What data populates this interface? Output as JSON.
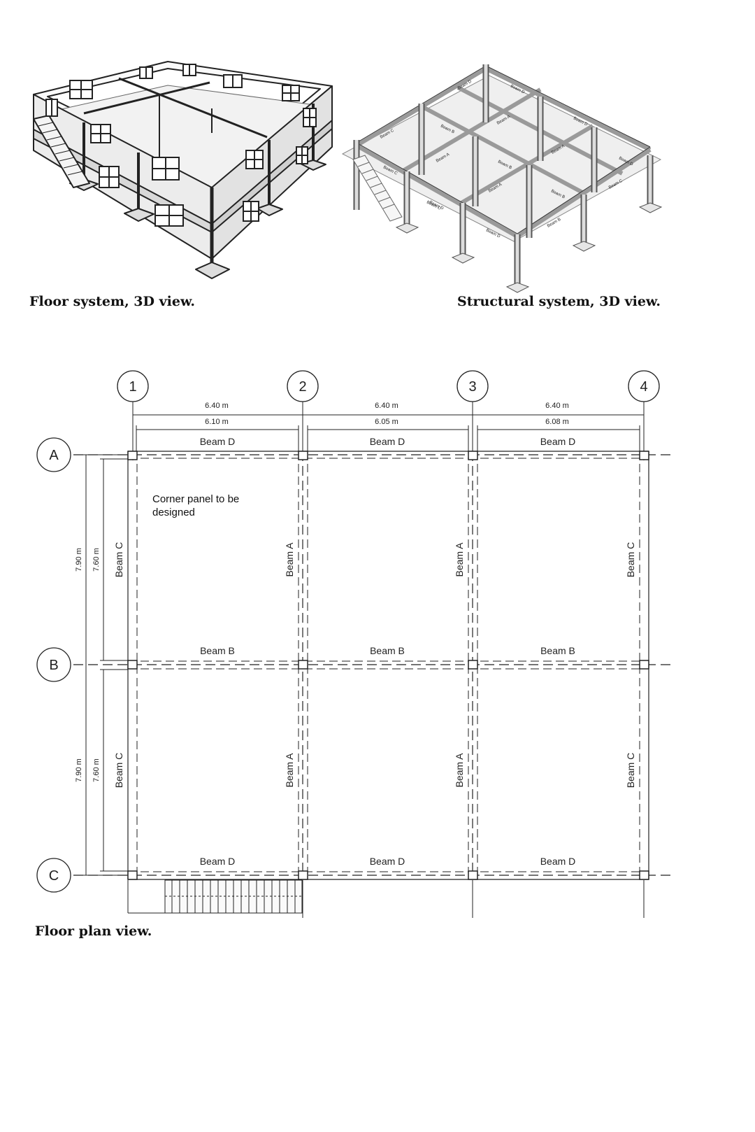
{
  "captions": {
    "floor_system": "Floor system, 3D view.",
    "structural_system": "Structural system, 3D view.",
    "floor_plan": "Floor plan view."
  },
  "grid": {
    "columns": [
      "1",
      "2",
      "3",
      "4"
    ],
    "rows": [
      "A",
      "B",
      "C"
    ]
  },
  "dimensions": {
    "bay_centers": [
      "6.40 m",
      "6.40 m",
      "6.40 m"
    ],
    "bay_clear": [
      "6.10 m",
      "6.05 m",
      "6.08 m"
    ],
    "row_centers": [
      "7.90 m",
      "7.90 m"
    ],
    "row_clear": [
      "7.60 m",
      "7.60 m"
    ]
  },
  "beams": {
    "top_row": [
      "Beam D",
      "Beam D",
      "Beam D"
    ],
    "middle_row": [
      "Beam B",
      "Beam B",
      "Beam B"
    ],
    "bottom_row": [
      "Beam D",
      "Beam D",
      "Beam D"
    ],
    "col_1": [
      "Beam C",
      "Beam C"
    ],
    "col_2": [
      "Beam A",
      "Beam A"
    ],
    "col_3": [
      "Beam A",
      "Beam A"
    ],
    "col_4": [
      "Beam C",
      "Beam C"
    ]
  },
  "annotation": {
    "line1": "Corner panel to be",
    "line2": "designed"
  },
  "structural_beam_tags": [
    "Beam D",
    "Beam D",
    "Beam D",
    "Beam C",
    "Beam B",
    "Beam A",
    "Beam A",
    "Beam B",
    "Beam D",
    "Beam C",
    "Beam A",
    "Beam B",
    "Beam A",
    "Beam B",
    "Beam C",
    "Beam D",
    "Beam D",
    "Beam C"
  ]
}
